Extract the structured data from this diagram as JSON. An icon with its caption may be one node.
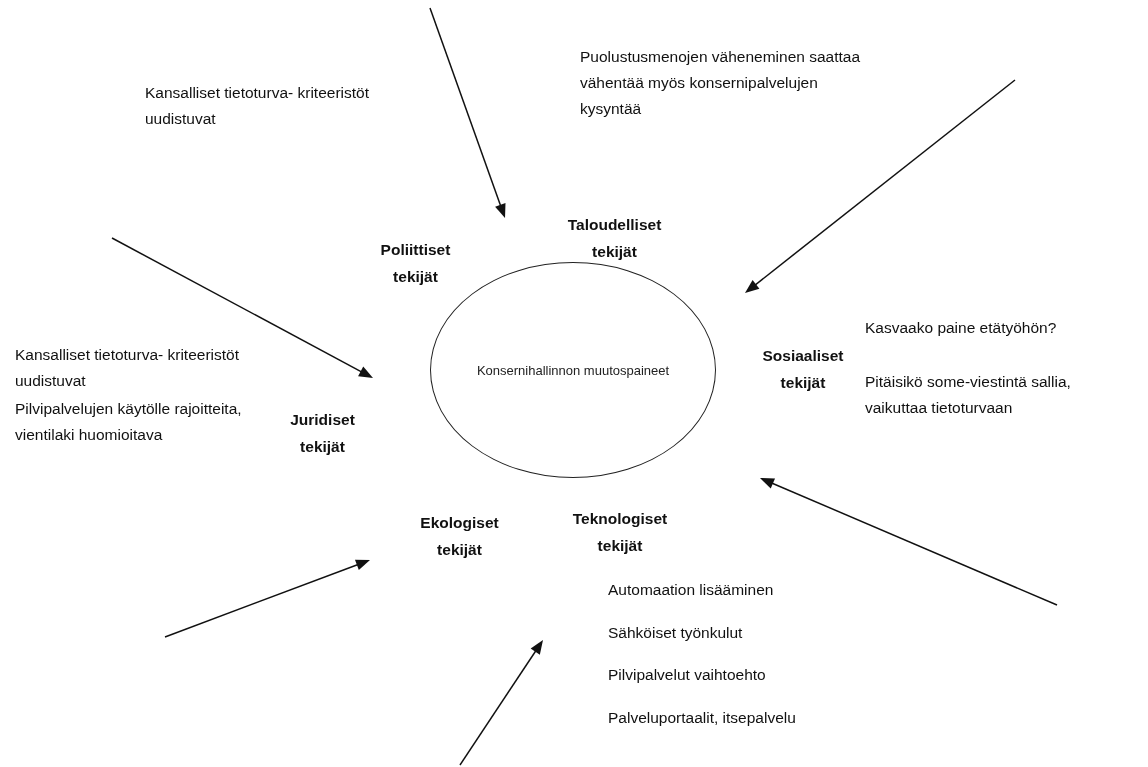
{
  "diagram": {
    "nodes": [
      {
        "text": [
          "Konsernihallinnon muutospaineet"
        ]
      }
    ],
    "labels": [
      "Puolustusmenojen väheneminen saattaa vähentää myös konsernipalvelujen kysyntää",
      "Kansalliset tietoturva- kriteeristöt uudistuvat",
      "Taloudelliset tekijät",
      "Poliittiset tekijät",
      "Kasvaako paine etätyöhön?",
      "Sosiaaliset tekijät",
      "Pitäisikö some-viestintä sallia, vaikuttaa tietoturvaan",
      "Kansalliset tietoturva- kriteeristöt uudistuvat",
      "Juridiset tekijät",
      "Pilvipalvelujen käytölle rajoitteita, vientilaki huomioitava",
      "Ekologiset tekijät",
      "Teknologiset tekijät",
      "Automaation lisääminen",
      "Sähköiset työnkulut",
      "Pilvipalvelut vaihtoehto",
      "Palveluportaalit, itsepalvelu"
    ]
  }
}
